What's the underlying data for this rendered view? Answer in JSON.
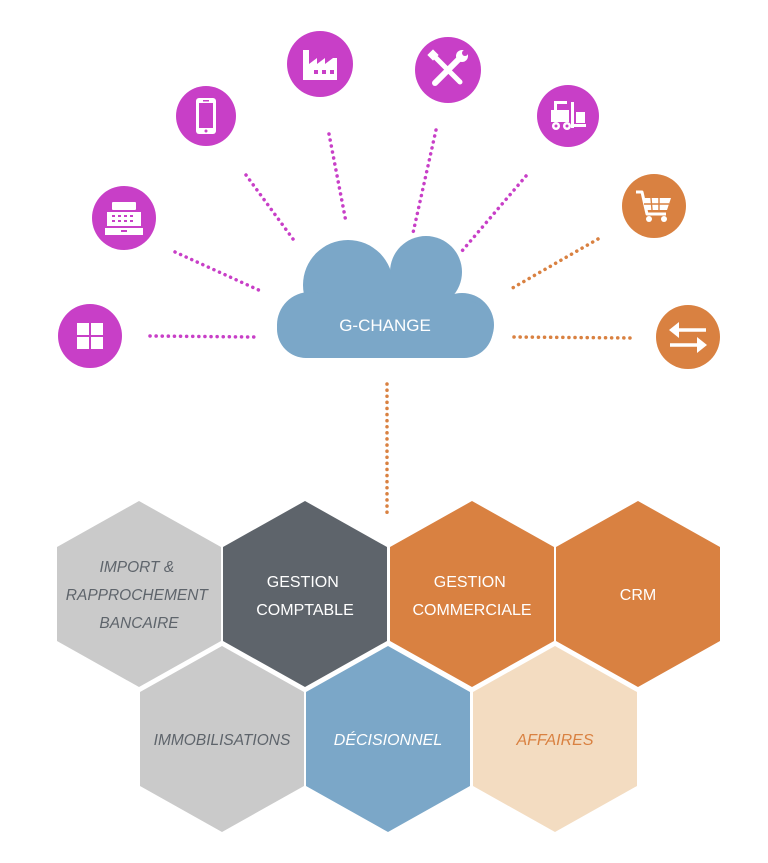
{
  "colors": {
    "magenta": "#C83FC7",
    "orange": "#D98141",
    "cloud": "#7BA7C8",
    "grey_light": "#CACACA",
    "grey_dark": "#5E646B",
    "peach": "#F3DCC1",
    "white": "#FFFFFF"
  },
  "cloud": {
    "label": "G-CHANGE"
  },
  "icons": [
    {
      "name": "windows-grid-icon",
      "color": "magenta"
    },
    {
      "name": "cash-register-icon",
      "color": "magenta"
    },
    {
      "name": "smartphone-icon",
      "color": "magenta"
    },
    {
      "name": "factory-icon",
      "color": "magenta"
    },
    {
      "name": "tools-icon",
      "color": "magenta"
    },
    {
      "name": "forklift-icon",
      "color": "magenta"
    },
    {
      "name": "shopping-cart-icon",
      "color": "orange"
    },
    {
      "name": "transfer-arrows-icon",
      "color": "orange"
    }
  ],
  "modules": {
    "import": {
      "lines": [
        "IMPORT &",
        "RAPPROCHEMENT",
        "BANCAIRE"
      ],
      "italic": true
    },
    "comptable": {
      "lines": [
        "GESTION",
        "COMPTABLE"
      ],
      "italic": false
    },
    "commerciale": {
      "lines": [
        "GESTION",
        "COMMERCIALE"
      ],
      "italic": false
    },
    "crm": {
      "lines": [
        "CRM"
      ],
      "italic": false
    },
    "immobilisations": {
      "lines": [
        "IMMOBILISATIONS"
      ],
      "italic": true
    },
    "decisionnel": {
      "lines": [
        "DÉCISIONNEL"
      ],
      "italic": true
    },
    "affaires": {
      "lines": [
        "AFFAIRES"
      ],
      "italic": true
    }
  }
}
